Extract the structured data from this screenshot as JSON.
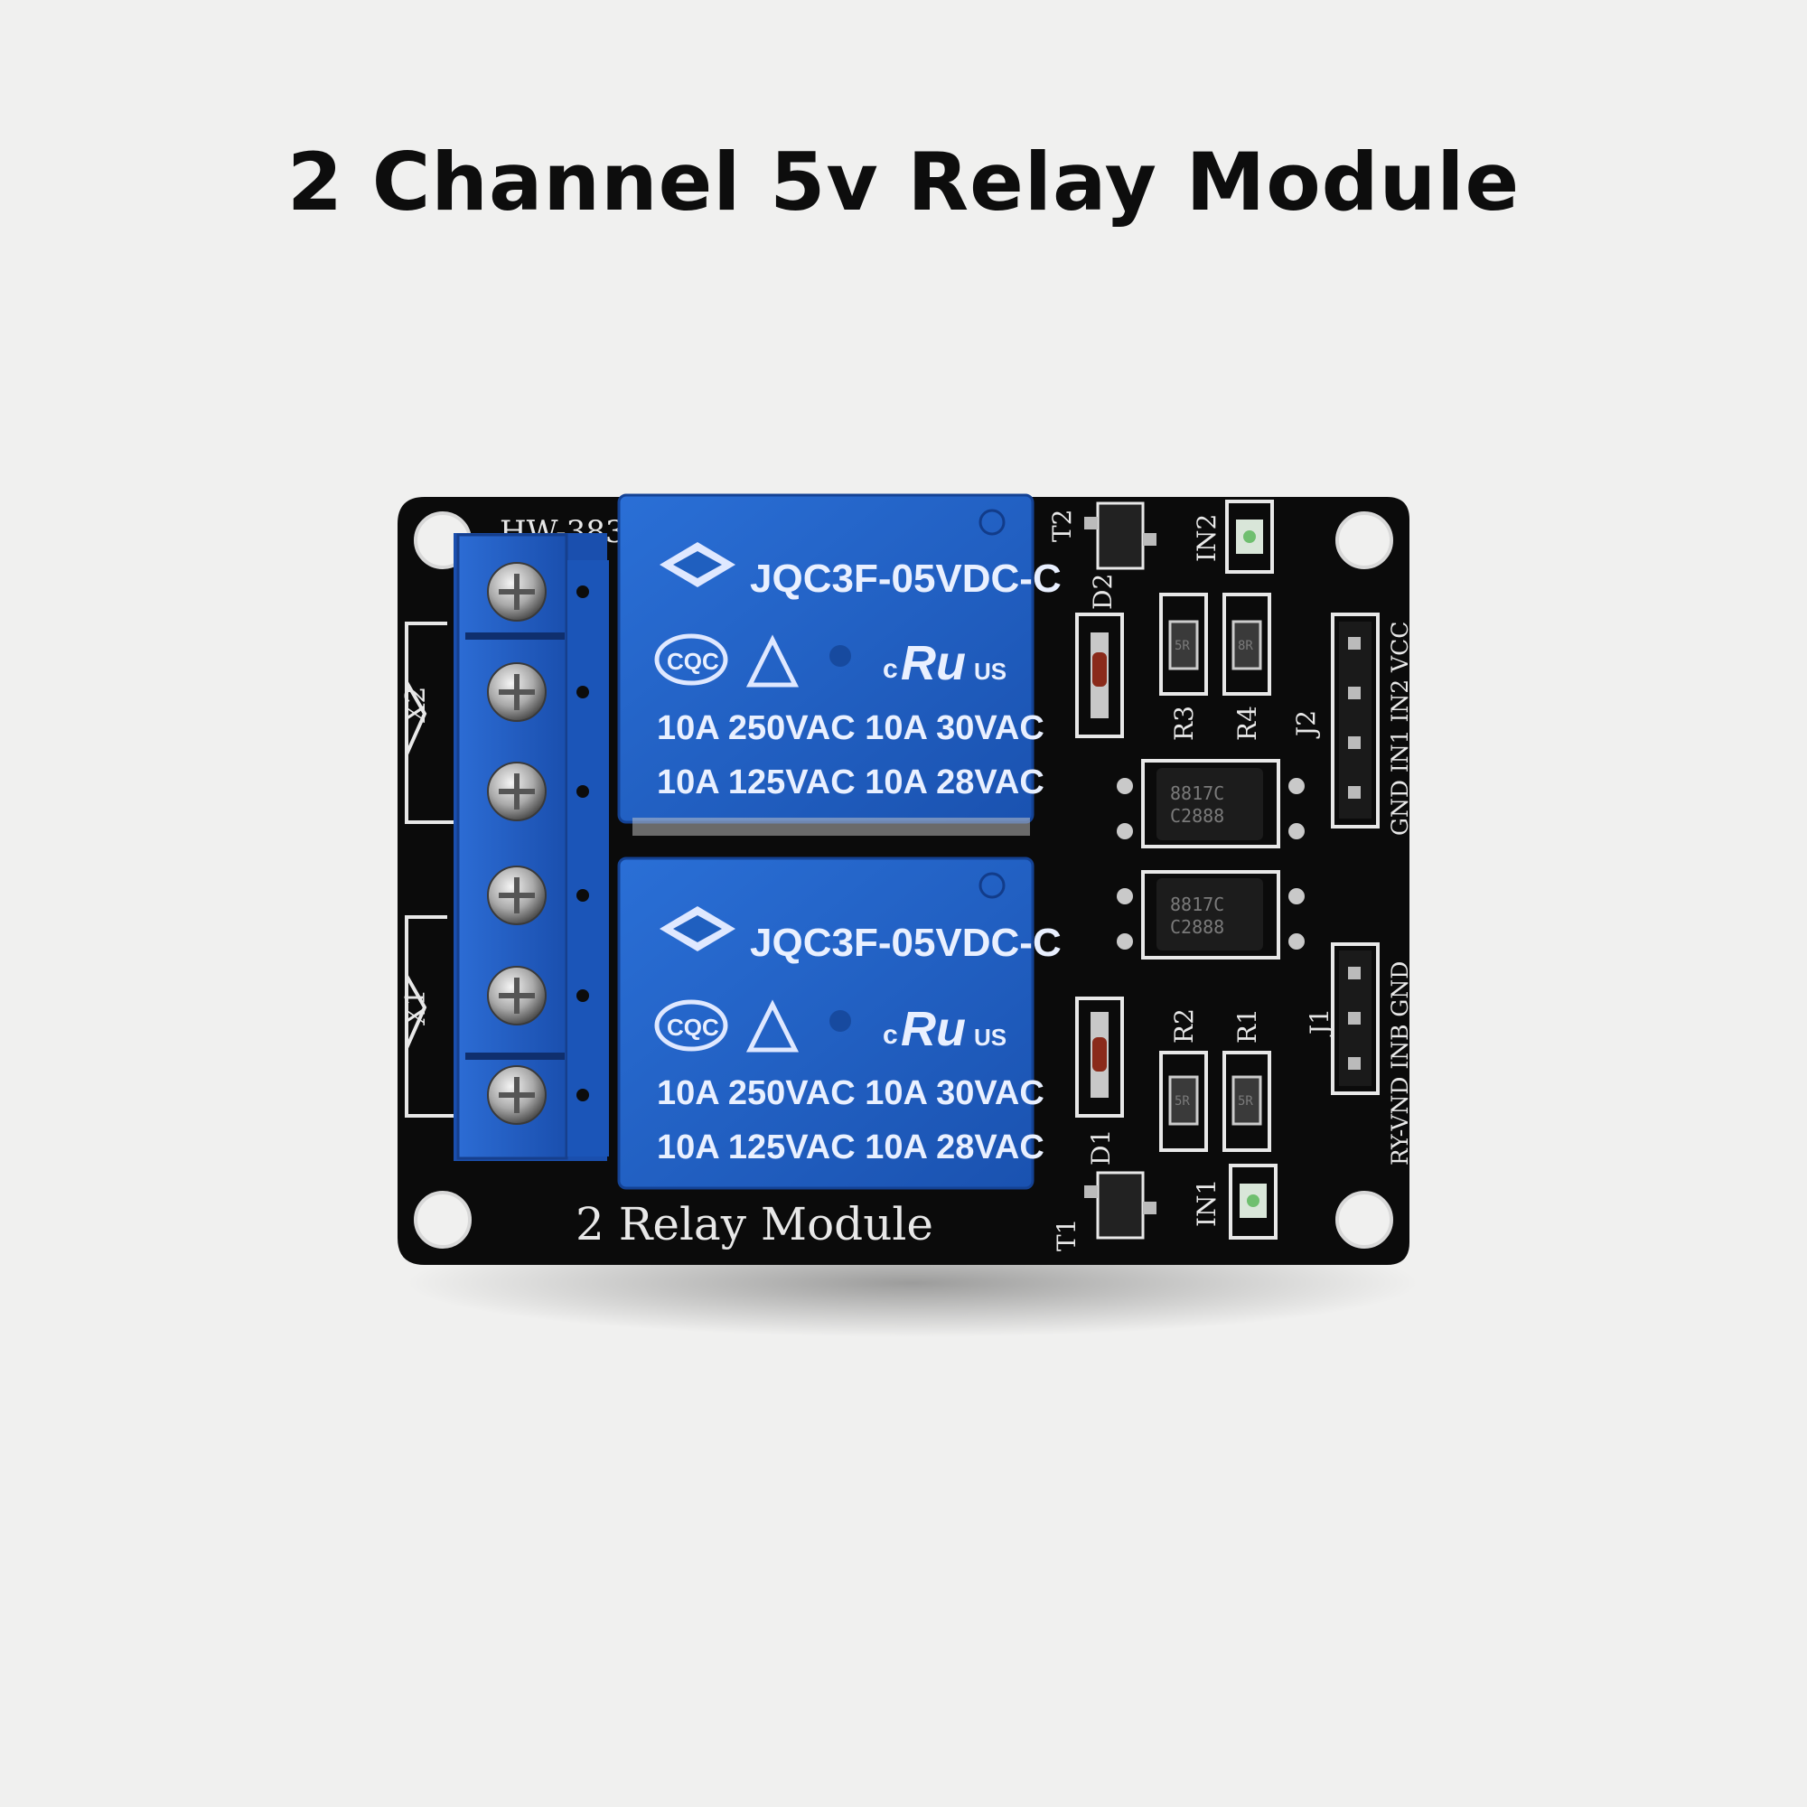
{
  "title": "2 Channel 5v Relay Module",
  "board": {
    "model_label": "HW-383",
    "bottom_label": "2 Relay Module",
    "color": "#0b0b0b",
    "silkscreen_color": "#e8e8e8"
  },
  "relays": [
    {
      "model": "JQC3F-05VDC-C",
      "rating_line1": "10A 250VAC 10A 30VAC",
      "rating_line2": "10A 125VAC 10A 28VAC",
      "cert_left": "CQC",
      "cert_c": "c",
      "cert_ul": "Ru",
      "cert_us": "US",
      "color": "#1f5fbf"
    },
    {
      "model": "JQC3F-05VDC-C",
      "rating_line1": "10A 250VAC 10A 30VAC",
      "rating_line2": "10A 125VAC 10A 28VAC",
      "cert_left": "CQC",
      "cert_c": "c",
      "cert_ul": "Ru",
      "cert_us": "US",
      "color": "#1f5fbf"
    }
  ],
  "terminal_block": {
    "color": "#1e5cc0",
    "screw_count": 6
  },
  "component_labels": {
    "x1": "X1",
    "x2": "X2",
    "d1": "D1",
    "d2": "D2",
    "t1": "T1",
    "t2": "T2",
    "r1": "R1",
    "r2": "R2",
    "r3": "R3",
    "r4": "R4",
    "in1": "IN1",
    "in2": "IN2",
    "j1": "J1",
    "j2": "J2"
  },
  "optocouplers": [
    {
      "line1": "8817C",
      "line2": "C2888"
    },
    {
      "line1": "8817C",
      "line2": "C2888"
    }
  ],
  "resistor_codes": [
    "5R",
    "8R",
    "5R",
    "5R"
  ],
  "header_j2_pins": "GND IN1 IN2 VCC",
  "header_j1_pins": "RY-VND INB GND"
}
